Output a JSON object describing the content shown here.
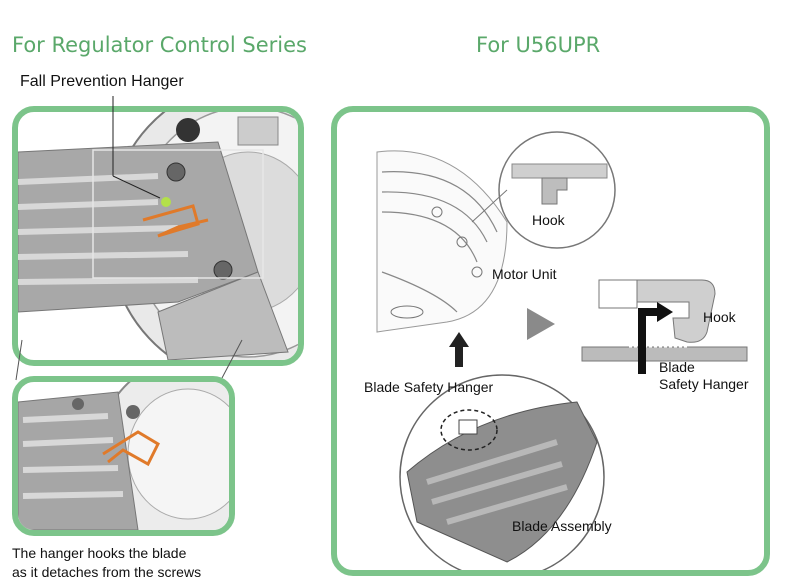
{
  "left_heading": "For Regulator Control Series",
  "right_heading": "For U56UPR",
  "left": {
    "callout": "Fall Prevention Hanger",
    "caption_line1": "The hanger hooks the blade",
    "caption_line2": "as it detaches from the screws"
  },
  "right": {
    "hook_top": "Hook",
    "motor_unit": "Motor Unit",
    "hook_right": "Hook",
    "blade_line1": "Blade",
    "blade_line2": "Safety Hanger",
    "blade_safety_hanger": "Blade Safety Hanger",
    "blade_assembly": "Blade Assembly"
  },
  "colors": {
    "accent_green": "#7cc48a",
    "heading_green": "#5aa86a",
    "hanger_orange": "#e07a2a",
    "metal_gray": "#9a9a9a"
  }
}
